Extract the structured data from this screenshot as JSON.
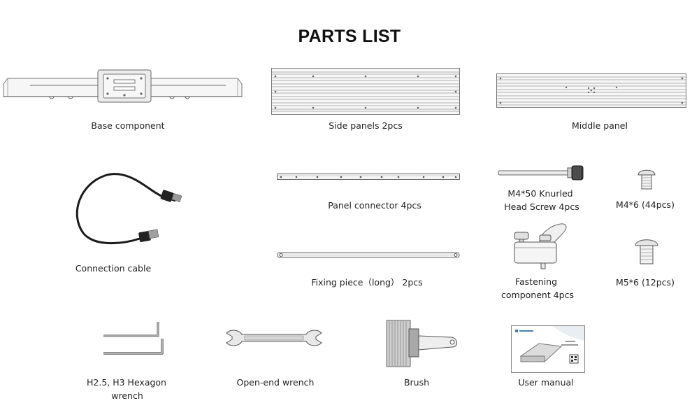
{
  "title": "PARTS LIST",
  "parts": {
    "base_component": "Base component",
    "side_panels": "Side panels 2pcs",
    "middle_panel": "Middle panel",
    "connection_cable": "Connection cable",
    "panel_connector": "Panel connector 4pcs",
    "knurled_screw_line1": "M4*50 Knurled",
    "knurled_screw_line2": "Head Screw 4pcs",
    "m4_screw": "M4*6 (44pcs)",
    "fixing_piece": "Fixing piece（long） 2pcs",
    "fastening_line1": "Fastening",
    "fastening_line2": "component 4pcs",
    "m5_screw": "M5*6 (12pcs)",
    "hex_wrench_line1": "H2.5, H3 Hexagon",
    "hex_wrench_line2": "wrench",
    "open_end_wrench": "Open-end wrench",
    "brush": "Brush",
    "user_manual": "User manual"
  }
}
